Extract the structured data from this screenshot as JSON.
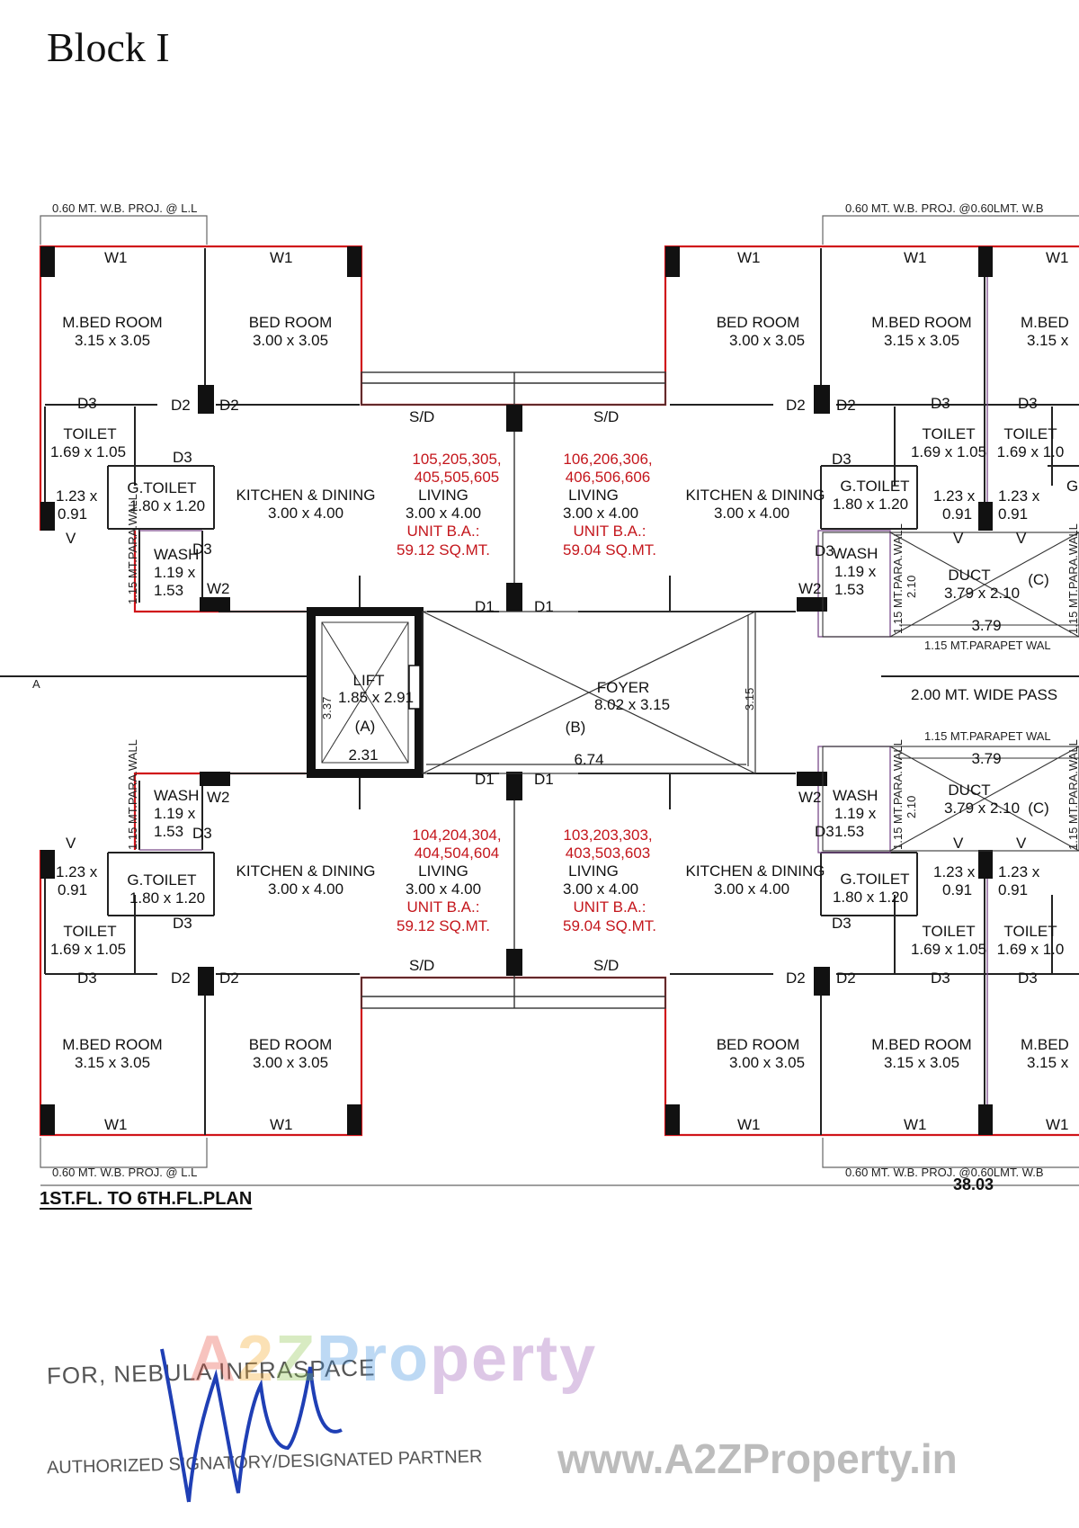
{
  "title": "Block I",
  "plan_title": "1ST.FL. TO 6TH.FL.PLAN",
  "total_dimension": "38.03",
  "projection_label": "0.60 MT. W.B. PROJ. @ L.L",
  "projection_label_cut": "0.60 MT. W.B. PROJ. @0.60LMT. W.B",
  "corridor_label": "2.00 MT. WIDE PASS",
  "parapet_label": "1.15 MT.PARAPET WAL",
  "parapet_vertical": "1.15 MT.PARA.WALL",
  "lift": {
    "name": "LIFT",
    "size": "1.85 x 2.91",
    "tag": "(A)",
    "dim_w": "2.31",
    "dim_h": "3.37"
  },
  "foyer": {
    "name": "FOYER",
    "size": "8.02 x 3.15",
    "tag": "(B)",
    "dim_w": "6.74",
    "dim_h": "3.15"
  },
  "duct": {
    "name": "DUCT",
    "size": "3.79 x 2.10",
    "tag": "(C)",
    "dim_w": "3.79",
    "dim_h": "2.10"
  },
  "rooms": {
    "mbed": {
      "name": "M.BED  ROOM",
      "size": "3.15  x  3.05",
      "cut": "M.BED",
      "cut_size": "3.15  x"
    },
    "bed": {
      "name": "BED  ROOM",
      "size": "3.00  x  3.05"
    },
    "toilet": {
      "name": "TOILET",
      "size": "1.69  x  1.05",
      "size_cut": "1.69  x  1.0",
      "size_overlap": "1.69  x  1.05"
    },
    "toilet_small": {
      "size_a": "1.23  x",
      "size_b": "0.91"
    },
    "gtoilet": {
      "name": "G.TOILET",
      "size": "1.80  x  1.20",
      "cut": "G"
    },
    "kitchen": {
      "name": "KITCHEN  &  DINING",
      "size": "3.00  x  4.00"
    },
    "wash": {
      "name": "WASH",
      "size_a": "1.19  x",
      "size_b": "1.53"
    },
    "living": {
      "name": "LIVING",
      "size": "3.00  x  4.00"
    }
  },
  "units": {
    "top_left": {
      "nums_a": "105,205,305,",
      "nums_b": "405,505,605",
      "ba": "UNIT  B.A.:",
      "area": "59.12  SQ.MT."
    },
    "top_right": {
      "nums_a": "106,206,306,",
      "nums_b": "406,506,606",
      "ba": "UNIT  B.A.:",
      "area": "59.04  SQ.MT."
    },
    "bottom_left": {
      "nums_a": "104,204,304,",
      "nums_b": "404,504,604",
      "ba": "UNIT  B.A.:",
      "area": "59.12  SQ.MT."
    },
    "bottom_right": {
      "nums_a": "103,203,303,",
      "nums_b": "403,503,603",
      "ba": "UNIT  B.A.:",
      "area": "59.04  SQ.MT."
    }
  },
  "door_tags": {
    "w1": "W1",
    "w2": "W2",
    "d1": "D1",
    "d2": "D2",
    "d3": "D3",
    "sd": "S/D",
    "v": "V",
    "a": "A"
  },
  "watermark": {
    "p1": "A",
    "p2": "2",
    "p3": "Z",
    "p4": "Pro",
    "p5": "perty",
    "url": "www.A2ZProperty.in"
  },
  "signature": {
    "company": "FOR, NEBULA INFRASPACE",
    "signatory": "AUTHORIZED SIGNATORY/DESIGNATED PARTNER"
  },
  "colors": {
    "wall": "#111111",
    "unit_boundary": "#d0141a",
    "unit_text": "#c4161c",
    "partition": "#7a4b8a"
  }
}
